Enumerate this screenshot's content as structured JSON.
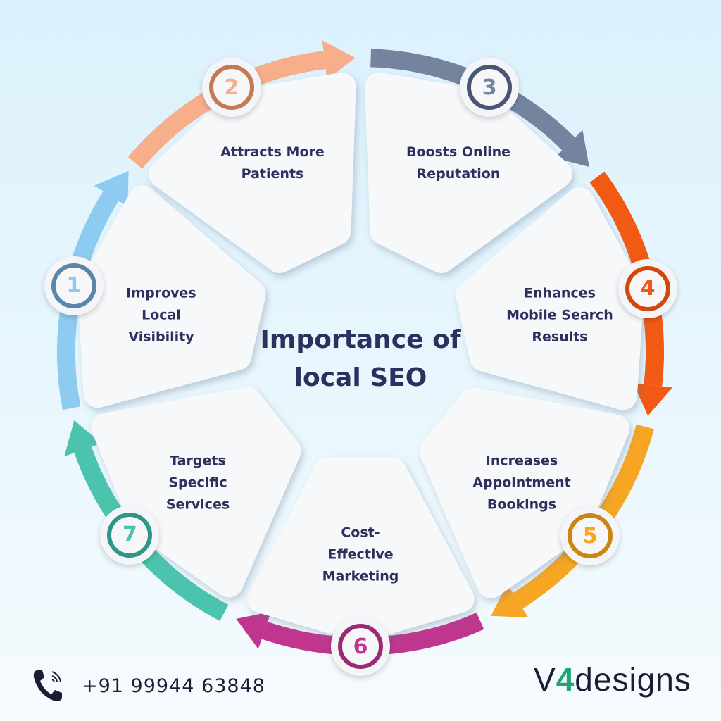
{
  "title": "Importance of\nlocal SEO",
  "steps": [
    {
      "number": "1",
      "label": "Improves\nLocal\nVisibility",
      "color": "#8ecbf1",
      "dark": "#5a86a8"
    },
    {
      "number": "2",
      "label": "Attracts More\nPatients",
      "color": "#f7ae8a",
      "dark": "#c47a55"
    },
    {
      "number": "3",
      "label": "Boosts Online\nReputation",
      "color": "#74849f",
      "dark": "#4a5573"
    },
    {
      "number": "4",
      "label": "Enhances\nMobile Search\nResults",
      "color": "#f25a14",
      "dark": "#d1470c"
    },
    {
      "number": "5",
      "label": "Increases\nAppointment\nBookings",
      "color": "#f6a623",
      "dark": "#cc8414"
    },
    {
      "number": "6",
      "label": "Cost-\nEffective\nMarketing",
      "color": "#c0368e",
      "dark": "#9c2a73"
    },
    {
      "number": "7",
      "label": "Targets\nSpecific\nServices",
      "color": "#4cc4ad",
      "dark": "#2f9786"
    }
  ],
  "footer": {
    "phone": "+91 99944 63848",
    "logo_v": "V",
    "logo_4": "4",
    "logo_rest": "designs",
    "logo_text": "V4designs"
  }
}
